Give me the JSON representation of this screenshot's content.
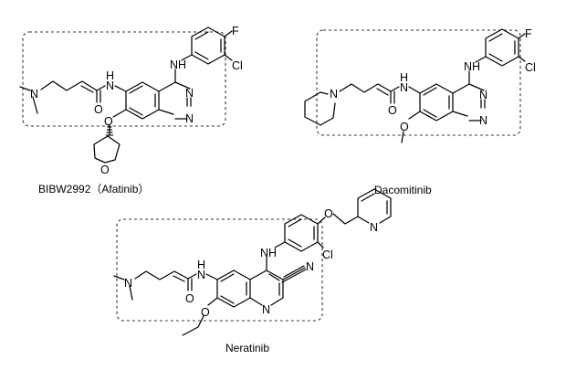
{
  "compounds": [
    {
      "name": "BIBW2992（Afatinib）",
      "atoms": {
        "n_amine": "N",
        "n_amide": "N",
        "h_amide": "H",
        "o_carbonyl": "O",
        "n_aniline": "N",
        "h_aniline": "H",
        "f": "F",
        "cl": "Cl",
        "n_ring_a": "N",
        "n_ring_b": "N",
        "o_ether": "O",
        "o_thf": "O"
      }
    },
    {
      "name": "Dacomitinib",
      "atoms": {
        "n_pip": "N",
        "n_amide": "N",
        "h_amide": "H",
        "o_carbonyl": "O",
        "n_aniline": "N",
        "h_aniline": "H",
        "f": "F",
        "cl": "Cl",
        "n_ring_a": "N",
        "n_ring_b": "N",
        "o_ether": "O"
      }
    },
    {
      "name": "Neratinib",
      "atoms": {
        "n_amine": "N",
        "n_amide": "N",
        "h_amide": "H",
        "o_carbonyl": "O",
        "n_aniline": "N",
        "h_aniline": "H",
        "cl": "Cl",
        "o_aryl": "O",
        "n_pyridine": "N",
        "n_nitrile": "N",
        "n_ring": "N",
        "o_ether": "O"
      }
    }
  ]
}
